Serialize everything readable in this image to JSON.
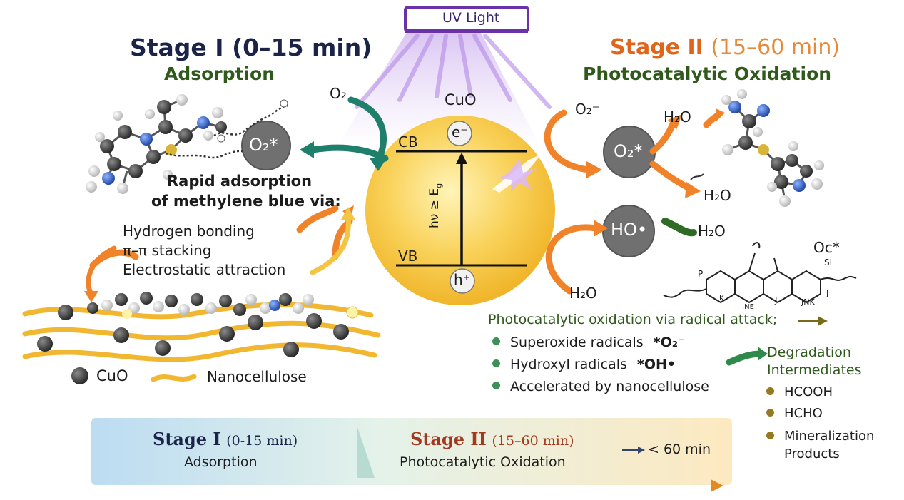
{
  "uv_light": {
    "label": "UV Light"
  },
  "stage1": {
    "title": "Stage I (0–15 min)",
    "subtitle": "Adsorption",
    "o2_label": "O₂",
    "o2_star": "O₂*",
    "rapid_line1": "Rapid adsorption",
    "rapid_line2": "of methylene blue via:",
    "mechanisms": [
      "Hydrogen bonding",
      "π–π stacking",
      "Electrostatic attraction"
    ],
    "legend_cuo": "CuO",
    "legend_nanocellulose": "Nanocellulose"
  },
  "catalyst": {
    "label": "CuO",
    "electron": "e⁻",
    "cb": "CB",
    "vb": "VB",
    "hole": "h⁺",
    "excitation": "hν ≥ E",
    "excitation_sub": "g"
  },
  "stage2": {
    "title_prefix": "Stage II ",
    "title_range": "(15–60 min)",
    "subtitle": "Photocatalytic Oxidation",
    "superoxide_label": "O₂⁻",
    "o2_star": "O₂*",
    "h2o_top1": "H₂O",
    "h2o_top2": "H₂O",
    "ho_radical": "HO•",
    "h2o_right": "H₂O",
    "h2o_bottom": "H₂O",
    "molecule_labels": [
      "Oc*",
      "P",
      "SI",
      ".NE",
      "JNK",
      "J",
      "K",
      "J"
    ],
    "oxidation_heading": "Photocatalytic oxidation via radical attack;",
    "radicals": [
      {
        "name": "Superoxide radicals",
        "symbol": "*O₂⁻"
      },
      {
        "name": "Hydroxyl radicals",
        "symbol": "*OH•"
      },
      {
        "name": "Accelerated by nanocellulose",
        "symbol": ""
      }
    ],
    "degradation_title_line1": "Degradation",
    "degradation_title_line2": "Intermediates",
    "intermediates": [
      "HCOOH",
      "HCHO",
      "Mineralization",
      "Products"
    ]
  },
  "timeline": {
    "stage1_title": "Stage I",
    "stage1_range": "(0-15 min)",
    "stage1_sub": "Adsorption",
    "stage2_title": "Stage II",
    "stage2_range": "(15–60 min)",
    "stage2_sub": "Photocatalytic Oxidation",
    "total": "< 60 min"
  },
  "colors": {
    "navy": "#1b2448",
    "green": "#2f5a1c",
    "orange": "#e0651a",
    "teal": "#1e7f6a",
    "cuo_yellow": "#f6c233",
    "purple": "#6a32a8",
    "radical_grey": "#6f6f6f"
  }
}
